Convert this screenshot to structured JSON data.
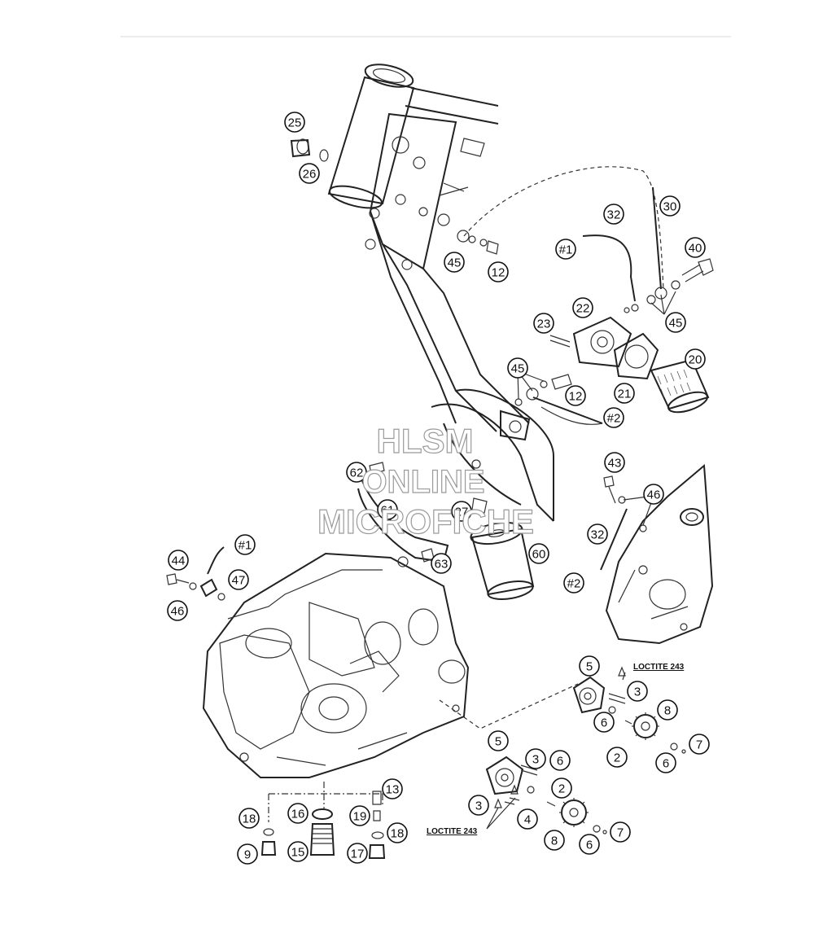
{
  "notes": {
    "loctite_top": "LOCTITE 243",
    "loctite_bottom": "LOCTITE 243"
  },
  "watermark": {
    "line1": "HLSM",
    "line2": "ONLINE",
    "line3": "MICROFICHE"
  },
  "callouts": [
    {
      "id": "c25",
      "label": "25"
    },
    {
      "id": "c26",
      "label": "26"
    },
    {
      "id": "c32a",
      "label": "32"
    },
    {
      "id": "c30",
      "label": "30"
    },
    {
      "id": "c1a",
      "label": "#1"
    },
    {
      "id": "c40",
      "label": "40"
    },
    {
      "id": "c45a",
      "label": "45"
    },
    {
      "id": "c12a",
      "label": "12"
    },
    {
      "id": "c22",
      "label": "22"
    },
    {
      "id": "c45b",
      "label": "45"
    },
    {
      "id": "c23",
      "label": "23"
    },
    {
      "id": "c20",
      "label": "20"
    },
    {
      "id": "c45c",
      "label": "45"
    },
    {
      "id": "c12b",
      "label": "12"
    },
    {
      "id": "c21",
      "label": "21"
    },
    {
      "id": "c2a",
      "label": "#2"
    },
    {
      "id": "c62",
      "label": "62"
    },
    {
      "id": "c43",
      "label": "43"
    },
    {
      "id": "c46a",
      "label": "46"
    },
    {
      "id": "c61",
      "label": "61"
    },
    {
      "id": "c27",
      "label": "27"
    },
    {
      "id": "c32b",
      "label": "32"
    },
    {
      "id": "c60",
      "label": "60"
    },
    {
      "id": "c63",
      "label": "63"
    },
    {
      "id": "c1b",
      "label": "#1"
    },
    {
      "id": "c44",
      "label": "44"
    },
    {
      "id": "c47",
      "label": "47"
    },
    {
      "id": "c46b",
      "label": "46"
    },
    {
      "id": "c2b",
      "label": "#2"
    },
    {
      "id": "c5a",
      "label": "5"
    },
    {
      "id": "c3a",
      "label": "3"
    },
    {
      "id": "c8a",
      "label": "8"
    },
    {
      "id": "c6a",
      "label": "6"
    },
    {
      "id": "c2c",
      "label": "2"
    },
    {
      "id": "c7a",
      "label": "7"
    },
    {
      "id": "c6b",
      "label": "6"
    },
    {
      "id": "c5b",
      "label": "5"
    },
    {
      "id": "c3b",
      "label": "3"
    },
    {
      "id": "c6c",
      "label": "6"
    },
    {
      "id": "c2d",
      "label": "2"
    },
    {
      "id": "c13",
      "label": "13"
    },
    {
      "id": "c18a",
      "label": "18"
    },
    {
      "id": "c16",
      "label": "16"
    },
    {
      "id": "c19",
      "label": "19"
    },
    {
      "id": "c18b",
      "label": "18"
    },
    {
      "id": "c3c",
      "label": "3"
    },
    {
      "id": "c4",
      "label": "4"
    },
    {
      "id": "c7b",
      "label": "7"
    },
    {
      "id": "c8b",
      "label": "8"
    },
    {
      "id": "c6d",
      "label": "6"
    },
    {
      "id": "c9",
      "label": "9"
    },
    {
      "id": "c15",
      "label": "15"
    },
    {
      "id": "c17",
      "label": "17"
    }
  ]
}
